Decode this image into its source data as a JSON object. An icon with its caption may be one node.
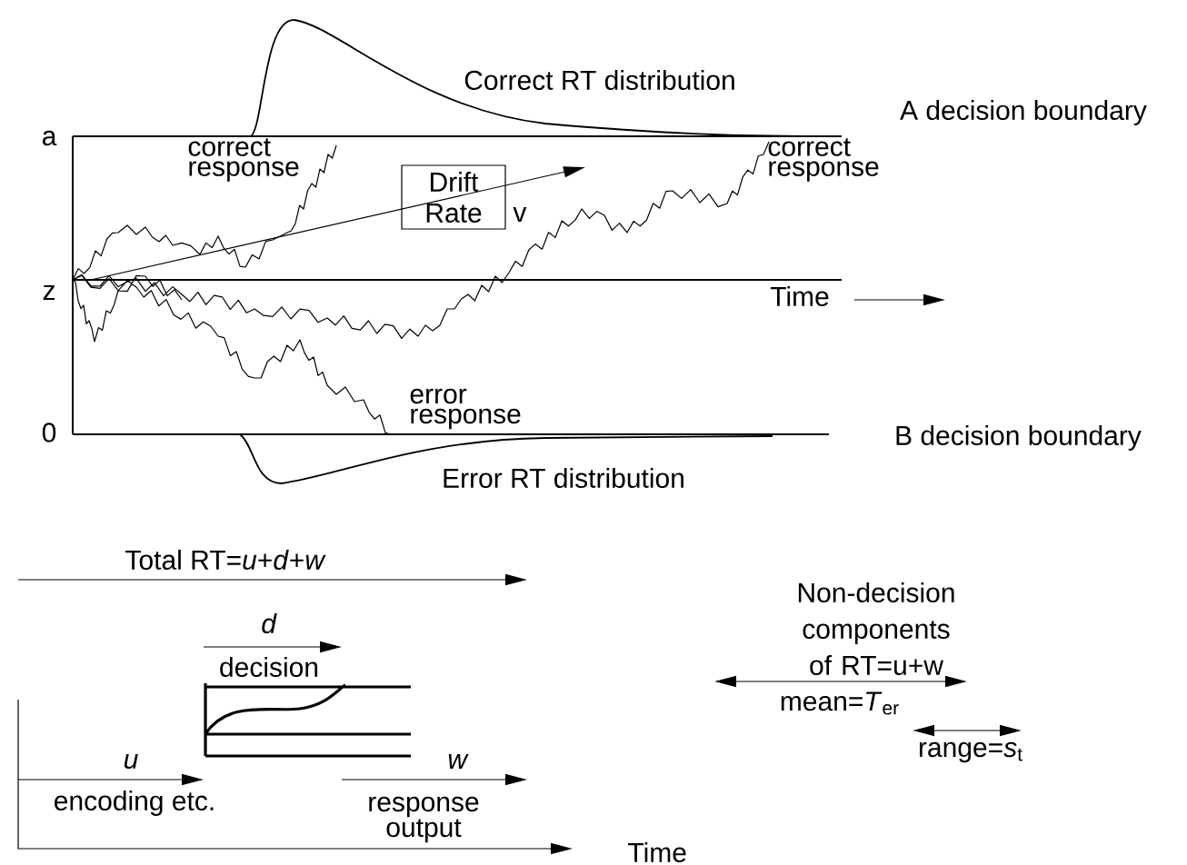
{
  "diagram": {
    "nodes": [
      {
        "text": [
          "Drift Rate"
        ],
        "beside": [
          "v"
        ]
      }
    ],
    "labels": [
      "Correct RT distribution",
      "A decision boundary",
      "a",
      "correct response",
      "correct response",
      "z",
      "Time",
      "error response",
      "0",
      "B decision boundary",
      "Error RT distribution",
      "Total RT=*u*+*d*+*w*",
      "Non-decision components of RT=u+w",
      "*d*",
      "decision",
      "mean=*T*$_{er}$",
      "range=*s*$_{t}$",
      "*u*",
      "*w*",
      "encoding etc.",
      "response output",
      "Time"
    ]
  }
}
